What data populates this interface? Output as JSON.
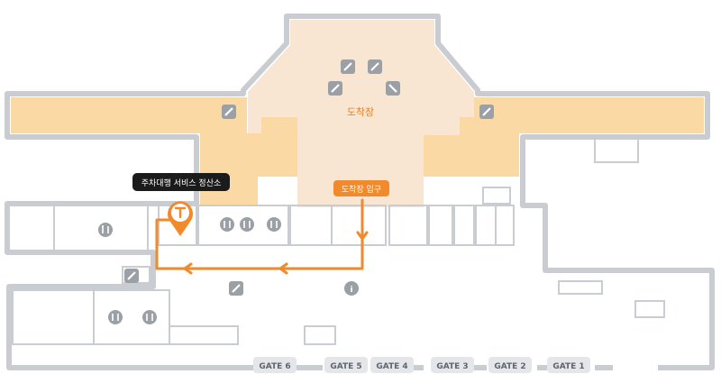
{
  "map": {
    "arrival_hall_label": "도착장",
    "arrival_entrance_label": "도착장 입구",
    "valet_service_label": "주차대행 서비스 정산소",
    "gates": [
      "GATE 6",
      "GATE 5",
      "GATE 4",
      "GATE 3",
      "GATE 2",
      "GATE 1"
    ],
    "colors": {
      "route": "#f08a2c",
      "arrival_hall_fill": "#f8e6d2",
      "corridor_fill": "#fbd9a4",
      "wall": "#c9ccd0",
      "icon_bg": "#9aa0a6",
      "label_dark": "#1b1b1b"
    },
    "icons": {
      "escalator": "escalator-icon",
      "restaurant": "restaurant-icon",
      "info": "info-icon",
      "valet": "valet-parking-pin-icon"
    },
    "info_glyph": "i"
  }
}
